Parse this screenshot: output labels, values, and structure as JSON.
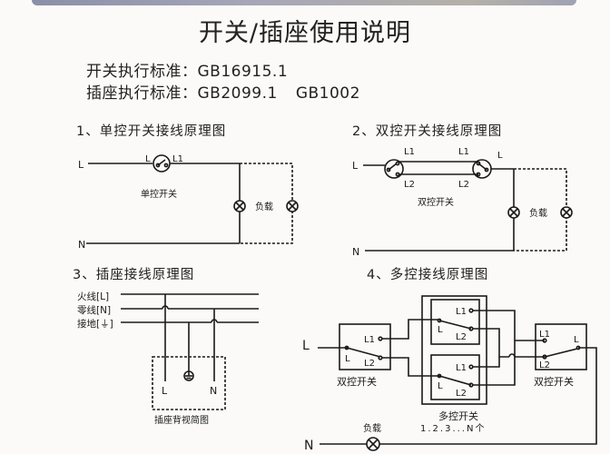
{
  "title": "开关/插座使用说明",
  "standards": {
    "switch_label": "开关执行标准：",
    "switch_value": "GB16915.1",
    "socket_label": "插座执行标准：",
    "socket_value_1": "GB2099.1",
    "socket_value_2": "GB1002"
  },
  "sections": [
    {
      "title": "1、单控开关接线原理图",
      "labels": {
        "L": "L",
        "N": "N",
        "switch_in": "L",
        "switch_out": "L1",
        "switch_name": "单控开关",
        "load": "负载"
      }
    },
    {
      "title": "2、双控开关接线原理图",
      "labels": {
        "L": "L",
        "N": "N",
        "L_out": "L",
        "s1_L1": "L1",
        "s1_L2": "L2",
        "s2_L1": "L1",
        "s2_L2": "L2",
        "switch_name": "双控开关",
        "load": "负载"
      }
    },
    {
      "title": "3、插座接线原理图",
      "labels": {
        "live": "火线[L]",
        "neutral": "零线[N]",
        "earth": "接地[⏚]",
        "term_L": "L",
        "term_N": "N",
        "caption": "插座背视简图"
      }
    },
    {
      "title": "4、多控接线原理图",
      "labels": {
        "L": "L",
        "N": "N",
        "load": "负载",
        "left_switch": "双控开关",
        "right_switch": "双控开关",
        "multi_switch": "多控开关",
        "multi_count": "1.2.3...N个",
        "L1": "L1",
        "L2": "L2",
        "Lc": "L"
      }
    }
  ],
  "colors": {
    "background": "#fbfaf8",
    "line": "#1a1a1a",
    "banner": "#9a9db0"
  }
}
